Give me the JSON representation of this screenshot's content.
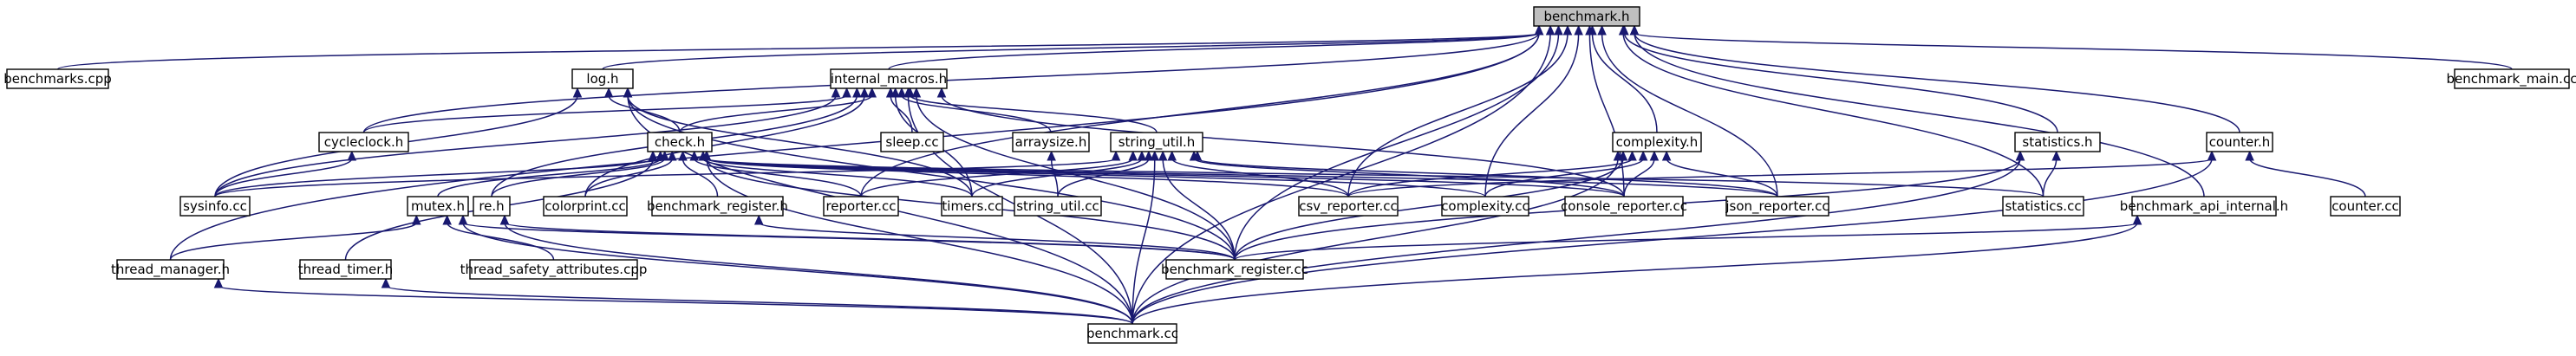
{
  "diagram": {
    "type": "include-dependency-graph",
    "colors": {
      "edge": "#191970",
      "node_border": "#000000",
      "node_fill": "#ffffff",
      "root_fill": "#bfbfbf",
      "background": "#ffffff"
    },
    "nodes": [
      {
        "id": "benchmark_h",
        "label": "benchmark.h",
        "root": true
      },
      {
        "id": "benchmarks_cpp",
        "label": "benchmarks.cpp"
      },
      {
        "id": "log_h",
        "label": "log.h"
      },
      {
        "id": "internal_macros_h",
        "label": "internal_macros.h"
      },
      {
        "id": "cycleclock_h",
        "label": "cycleclock.h"
      },
      {
        "id": "sleep_cc",
        "label": "sleep.cc"
      },
      {
        "id": "string_util_h",
        "label": "string_util.h"
      },
      {
        "id": "complexity_h",
        "label": "complexity.h"
      },
      {
        "id": "statistics_h",
        "label": "statistics.h"
      },
      {
        "id": "counter_h",
        "label": "counter.h"
      },
      {
        "id": "benchmark_main_cc",
        "label": "benchmark_main.cc"
      },
      {
        "id": "check_h",
        "label": "check.h"
      },
      {
        "id": "arraysize_h",
        "label": "arraysize.h"
      },
      {
        "id": "sysinfo_cc",
        "label": "sysinfo.cc"
      },
      {
        "id": "mutex_h",
        "label": "mutex.h"
      },
      {
        "id": "re_h",
        "label": "re.h"
      },
      {
        "id": "colorprint_cc",
        "label": "colorprint.cc"
      },
      {
        "id": "benchmark_register_h",
        "label": "benchmark_register.h"
      },
      {
        "id": "reporter_cc",
        "label": "reporter.cc"
      },
      {
        "id": "timers_cc",
        "label": "timers.cc"
      },
      {
        "id": "string_util_cc",
        "label": "string_util.cc"
      },
      {
        "id": "csv_reporter_cc",
        "label": "csv_reporter.cc"
      },
      {
        "id": "complexity_cc",
        "label": "complexity.cc"
      },
      {
        "id": "console_reporter_cc",
        "label": "console_reporter.cc"
      },
      {
        "id": "json_reporter_cc",
        "label": "json_reporter.cc"
      },
      {
        "id": "statistics_cc",
        "label": "statistics.cc"
      },
      {
        "id": "benchmark_api_internal_h",
        "label": "benchmark_api_internal.h"
      },
      {
        "id": "counter_cc",
        "label": "counter.cc"
      },
      {
        "id": "thread_manager_h",
        "label": "thread_manager.h"
      },
      {
        "id": "thread_timer_h",
        "label": "thread_timer.h"
      },
      {
        "id": "thread_safety_attributes_cpp",
        "label": "thread_safety_attributes.cpp"
      },
      {
        "id": "benchmark_register_cc",
        "label": "benchmark_register.cc"
      },
      {
        "id": "benchmark_cc",
        "label": "benchmark.cc"
      }
    ],
    "edges": [
      [
        "benchmark_h",
        "benchmarks_cpp"
      ],
      [
        "benchmark_h",
        "log_h"
      ],
      [
        "benchmark_h",
        "internal_macros_h"
      ],
      [
        "benchmark_h",
        "cycleclock_h"
      ],
      [
        "benchmark_h",
        "complexity_h"
      ],
      [
        "benchmark_h",
        "statistics_h"
      ],
      [
        "benchmark_h",
        "counter_h"
      ],
      [
        "benchmark_h",
        "benchmark_main_cc"
      ],
      [
        "benchmark_h",
        "benchmark_api_internal_h"
      ],
      [
        "benchmark_h",
        "thread_manager_h"
      ],
      [
        "benchmark_h",
        "reporter_cc"
      ],
      [
        "benchmark_h",
        "csv_reporter_cc"
      ],
      [
        "benchmark_h",
        "complexity_cc"
      ],
      [
        "benchmark_h",
        "console_reporter_cc"
      ],
      [
        "benchmark_h",
        "json_reporter_cc"
      ],
      [
        "benchmark_h",
        "statistics_cc"
      ],
      [
        "benchmark_h",
        "benchmark_register_cc"
      ],
      [
        "benchmark_h",
        "benchmark_cc"
      ],
      [
        "log_h",
        "check_h"
      ],
      [
        "log_h",
        "sysinfo_cc"
      ],
      [
        "log_h",
        "timers_cc"
      ],
      [
        "log_h",
        "benchmark_register_cc"
      ],
      [
        "log_h",
        "benchmark_cc"
      ],
      [
        "internal_macros_h",
        "cycleclock_h"
      ],
      [
        "internal_macros_h",
        "sleep_cc"
      ],
      [
        "internal_macros_h",
        "string_util_h"
      ],
      [
        "internal_macros_h",
        "check_h"
      ],
      [
        "internal_macros_h",
        "arraysize_h"
      ],
      [
        "internal_macros_h",
        "sysinfo_cc"
      ],
      [
        "internal_macros_h",
        "re_h"
      ],
      [
        "internal_macros_h",
        "colorprint_cc"
      ],
      [
        "internal_macros_h",
        "timers_cc"
      ],
      [
        "internal_macros_h",
        "console_reporter_cc"
      ],
      [
        "internal_macros_h",
        "benchmark_register_cc"
      ],
      [
        "internal_macros_h",
        "benchmark_cc"
      ],
      [
        "cycleclock_h",
        "sysinfo_cc"
      ],
      [
        "string_util_h",
        "sysinfo_cc"
      ],
      [
        "string_util_h",
        "reporter_cc"
      ],
      [
        "string_util_h",
        "timers_cc"
      ],
      [
        "string_util_h",
        "string_util_cc"
      ],
      [
        "string_util_h",
        "csv_reporter_cc"
      ],
      [
        "string_util_h",
        "console_reporter_cc"
      ],
      [
        "string_util_h",
        "json_reporter_cc"
      ],
      [
        "string_util_h",
        "benchmark_register_cc"
      ],
      [
        "string_util_h",
        "benchmark_cc"
      ],
      [
        "complexity_h",
        "csv_reporter_cc"
      ],
      [
        "complexity_h",
        "complexity_cc"
      ],
      [
        "complexity_h",
        "console_reporter_cc"
      ],
      [
        "complexity_h",
        "json_reporter_cc"
      ],
      [
        "complexity_h",
        "benchmark_register_cc"
      ],
      [
        "complexity_h",
        "benchmark_cc"
      ],
      [
        "statistics_h",
        "statistics_cc"
      ],
      [
        "statistics_h",
        "benchmark_register_cc"
      ],
      [
        "statistics_h",
        "benchmark_cc"
      ],
      [
        "counter_h",
        "csv_reporter_cc"
      ],
      [
        "counter_h",
        "counter_cc"
      ],
      [
        "counter_h",
        "benchmark_cc"
      ],
      [
        "check_h",
        "sysinfo_cc"
      ],
      [
        "check_h",
        "mutex_h"
      ],
      [
        "check_h",
        "re_h"
      ],
      [
        "check_h",
        "colorprint_cc"
      ],
      [
        "check_h",
        "benchmark_register_h"
      ],
      [
        "check_h",
        "reporter_cc"
      ],
      [
        "check_h",
        "timers_cc"
      ],
      [
        "check_h",
        "csv_reporter_cc"
      ],
      [
        "check_h",
        "complexity_cc"
      ],
      [
        "check_h",
        "console_reporter_cc"
      ],
      [
        "check_h",
        "json_reporter_cc"
      ],
      [
        "check_h",
        "statistics_cc"
      ],
      [
        "check_h",
        "thread_timer_h"
      ],
      [
        "check_h",
        "benchmark_register_cc"
      ],
      [
        "check_h",
        "benchmark_cc"
      ],
      [
        "arraysize_h",
        "string_util_cc"
      ],
      [
        "mutex_h",
        "thread_manager_h"
      ],
      [
        "mutex_h",
        "thread_safety_attributes_cpp"
      ],
      [
        "mutex_h",
        "benchmark_register_cc"
      ],
      [
        "mutex_h",
        "benchmark_cc"
      ],
      [
        "re_h",
        "benchmark_register_cc"
      ],
      [
        "re_h",
        "benchmark_cc"
      ],
      [
        "benchmark_register_h",
        "benchmark_register_cc"
      ],
      [
        "benchmark_api_internal_h",
        "benchmark_register_cc"
      ],
      [
        "benchmark_api_internal_h",
        "benchmark_cc"
      ],
      [
        "thread_manager_h",
        "benchmark_cc"
      ],
      [
        "thread_timer_h",
        "benchmark_cc"
      ]
    ]
  }
}
